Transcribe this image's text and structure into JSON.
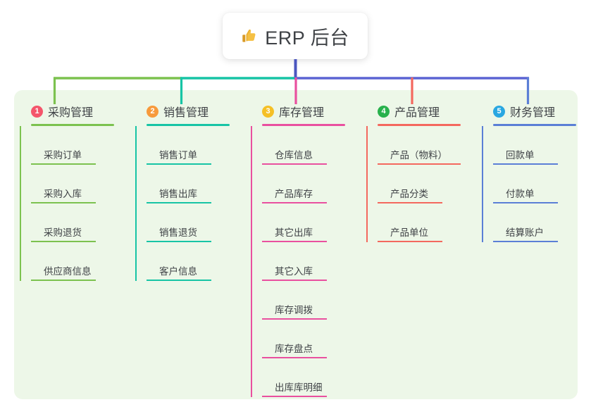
{
  "title": {
    "icon": "thumbs-up-icon",
    "text": "ERP 后台"
  },
  "colors": {
    "panel_bg": "#edf7e8",
    "page_bg": "#ffffff",
    "text": "#3f4246",
    "trunk": "#4b56bf",
    "branch_green": "#7cc24f",
    "branch_teal": "#17c4a5",
    "branch_blue": "#5b63d3"
  },
  "columns": [
    {
      "number": "1",
      "title": "采购管理",
      "badge_color": "#f4556b",
      "line_color": "#7cc24f",
      "connector_color": "#7cc24f",
      "items": [
        "采购订单",
        "采购入库",
        "采购退货",
        "供应商信息"
      ]
    },
    {
      "number": "2",
      "title": "销售管理",
      "badge_color": "#f79a3c",
      "line_color": "#17c4a5",
      "connector_color": "#17c4a5",
      "items": [
        "销售订单",
        "销售出库",
        "销售退货",
        "客户信息"
      ]
    },
    {
      "number": "3",
      "title": "库存管理",
      "badge_color": "#f5c026",
      "line_color": "#e9509f",
      "connector_color": "#e9509f",
      "items": [
        "仓库信息",
        "产品库存",
        "其它出库",
        "其它入库",
        "库存调拨",
        "库存盘点",
        "出库库明细"
      ]
    },
    {
      "number": "4",
      "title": "产品管理",
      "badge_color": "#28b14c",
      "line_color": "#f4685e",
      "connector_color": "#f4685e",
      "items": [
        "产品（物料）",
        "产品分类",
        "产品单位"
      ]
    },
    {
      "number": "5",
      "title": "财务管理",
      "badge_color": "#29a7e1",
      "line_color": "#5b7fd6",
      "connector_color": "#5b7fd6",
      "items": [
        "回款单",
        "付款单",
        "结算账户"
      ]
    }
  ]
}
